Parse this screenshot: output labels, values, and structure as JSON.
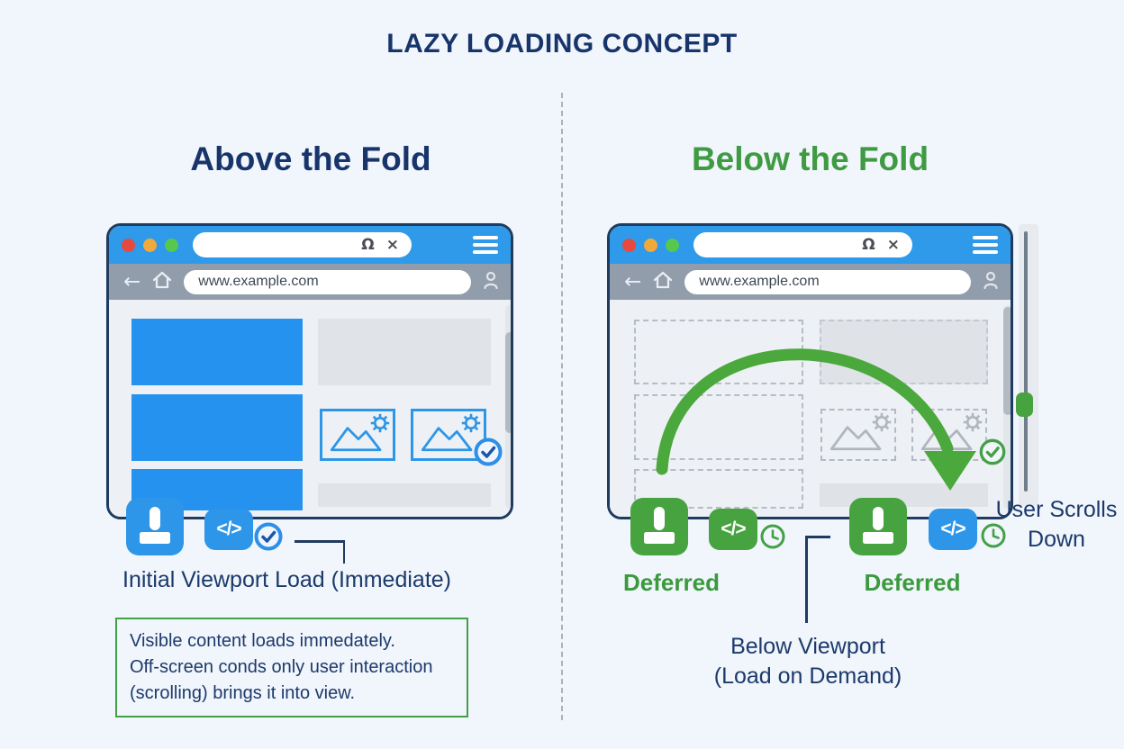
{
  "title": "LAZY LOADING CONCEPT",
  "left": {
    "heading": "Above the Fold",
    "caption": "Initial Viewport Load (Immediate)",
    "note_lines": [
      "Visible content loads immedately.",
      "Off-screen conds only user interaction",
      "(scrolling) brings it into view."
    ]
  },
  "right": {
    "heading": "Below the Fold",
    "deferred_1": "Deferred",
    "deferred_2": "Deferred",
    "user_scrolls_line1": "User Scrolls",
    "user_scrolls_line2": "Down",
    "below_viewport_line1": "Below Viewport",
    "below_viewport_line2": "(Load on Demand)"
  },
  "browser": {
    "url": "www.example.com"
  },
  "glyphs": {
    "omega": "Ω",
    "close": "×",
    "back": "←",
    "code": "</>"
  },
  "colors": {
    "accent_blue": "#2d96e8",
    "accent_green": "#47a33f",
    "navy": "#17356b",
    "header_blue": "#2e9ae9",
    "toolbar_gray": "#919dab",
    "arrow_green": "#4aa83c"
  }
}
